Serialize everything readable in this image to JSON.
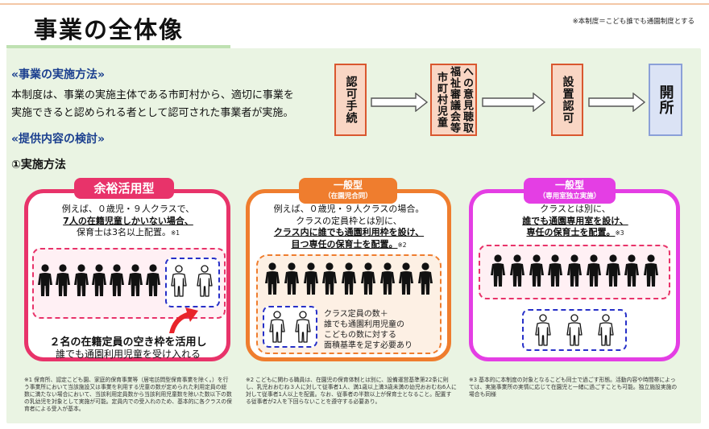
{
  "header": {
    "title": "事業の全体像",
    "note": "※本制度＝こども誰でも通園制度とする"
  },
  "method": {
    "heading": "«事業の実施方法»",
    "line1": "本制度は、事業の実施主体である市町村から、適切に事業を",
    "line2": "実施できると認められる者として認可された事業者が実施。"
  },
  "content": {
    "heading": "«提供内容の検討»",
    "subheading": "①実施方法"
  },
  "flow": {
    "steps": [
      "認可手続",
      "市町村児童福祉審議会等への意見聴取",
      "設置認可"
    ],
    "step2_col1": "市町村児童",
    "step2_col2": "福祉審議会等",
    "step2_col3": "への意見聴取",
    "final": "開所"
  },
  "cards": {
    "a": {
      "label": "余裕活用型",
      "line1": "例えば、０歳児・９人クラスで、",
      "line2": "7人の在籍児童しかいない場合、",
      "line3": "保育士は3名以上配置。",
      "ref": "※1",
      "bottom1": "２名の在籍定員の空き枠を活用し",
      "bottom2": "誰でも通園利用児童を受け入れる"
    },
    "b": {
      "label": "一般型",
      "sublabel": "（在園児合同）",
      "line1": "例えば、０歳児・９人クラスの場合。",
      "line2": "クラスの定員枠とは別に、",
      "line3": "クラス内に誰でも通園利用枠を設け、",
      "line4": "目つ専任の保育士を配置。",
      "ref": "※2",
      "side1": "クラス定員の数＋",
      "side2": "誰でも通園利用児童の",
      "side3": "こどもの数に対する",
      "side4": "面積基準を足す必要あり"
    },
    "c": {
      "label": "一般型",
      "sublabel": "（専用室独立実施）",
      "line1": "クラスとは別に、",
      "line2": "誰でも通園専用室を設け、",
      "line3": "専任の保育士を配置。",
      "ref": "※3"
    }
  },
  "footnotes": {
    "f1": "※1 保育所、認定こども園、家庭的保育事業等（居宅訪問型保育事業を除く。）を行う事業所において当該施設又は事業を利用する児童の数が定められた利用定員の総数に満たない場合において、当該利用定員数から当該利用児童数を除いた数以下の数の乳幼児を対象として実施が可能。定員内での受入れのため、基本的に各クラスの保育者による受入が基本。",
    "f2": "※2 こどもに関わる職員は、在園児の保育体制とは別に、設備運営基準第22条に則し、乳児おおむね３人に対して従事者1人、満1歳以上満3歳未満の幼児おおむね6人に対して従事者1人以上を配置。なお、従事者の半数以上が保育士となること。配置する従事者が2人を下回らないことを遵守する必要あり。",
    "f3": "※3 基本的に本制度の対象となるこども同士で過ごす形態。活動内容や時間帯によっては、実施事業所の実情に応じて在園児と一緒に過ごすことも可能。独立施設実施の場合も同様"
  },
  "colors": {
    "pink": "#e8336a",
    "orange": "#ef7d2e",
    "magenta": "#e43ee4",
    "blue": "#2730c8",
    "panel": "#eaf4e3",
    "heading_blue": "#1b3f8f"
  }
}
